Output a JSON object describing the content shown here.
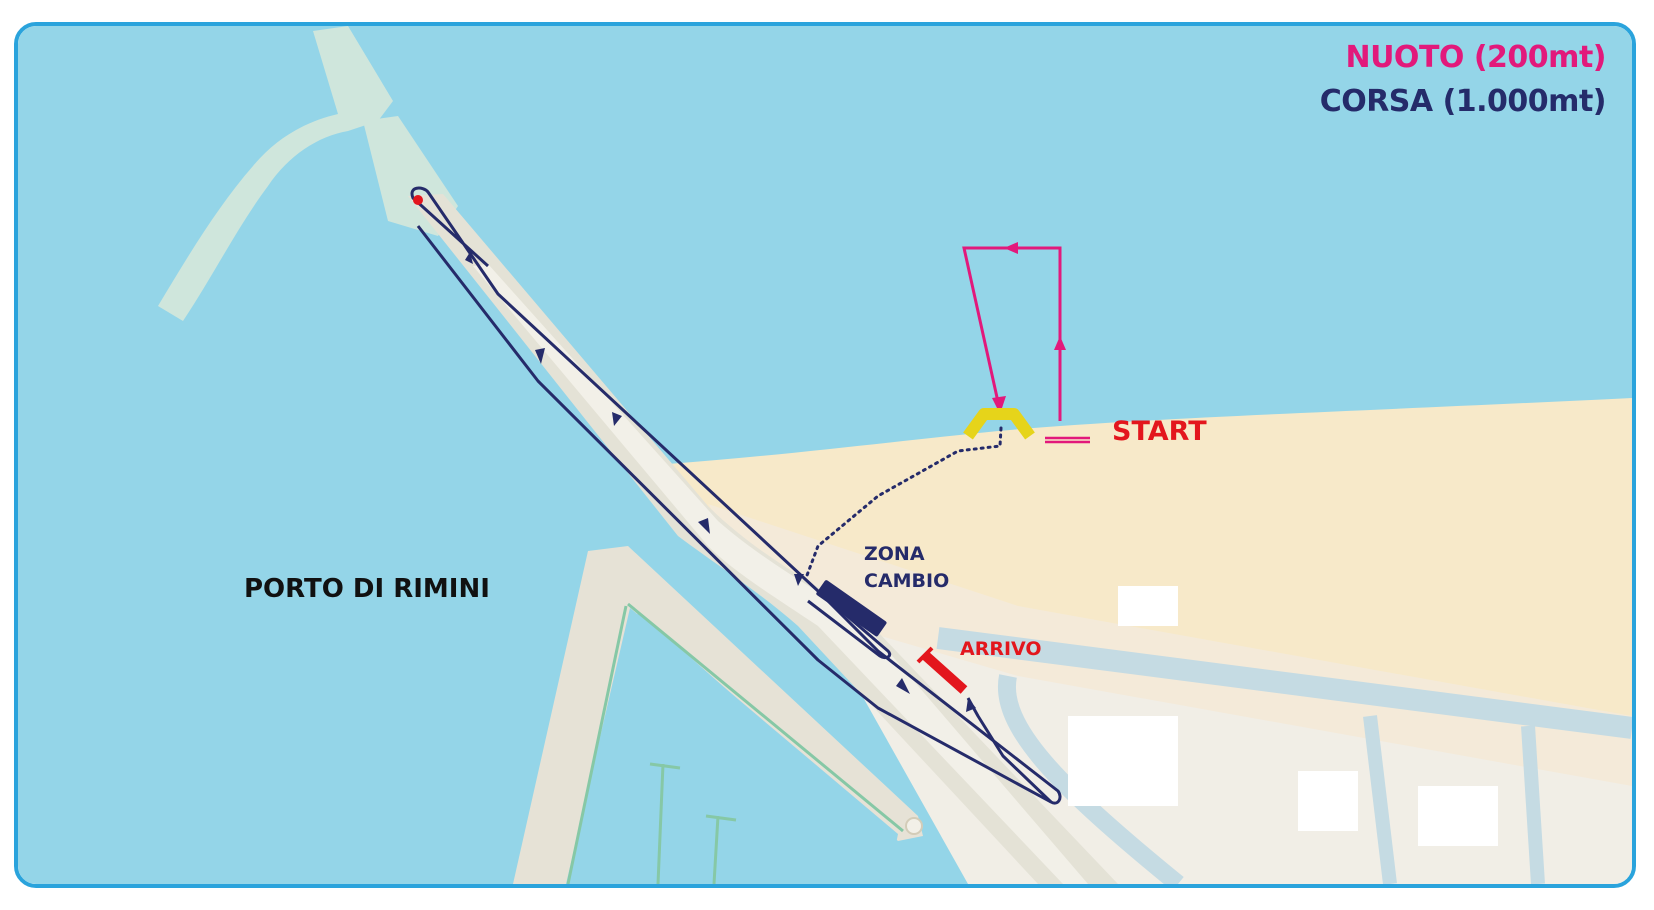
{
  "legend": {
    "swim_label": "NUOTO (200mt)",
    "run_label": "CORSA (1.000mt)"
  },
  "labels": {
    "start": "START",
    "transition_zone_line1": "ZONA",
    "transition_zone_line2": "CAMBIO",
    "finish": "ARRIVO",
    "harbour": "PORTO DI RIMINI"
  },
  "colors": {
    "sea": "#94d5e8",
    "beach": "#f7e9c9",
    "land": "#f1eee6",
    "pier": "#cfe6dc",
    "road": "#c5dbe3",
    "swim_route": "#e2197b",
    "run_route": "#252b6a",
    "accent_red": "#e3161d",
    "swim_exit": "#e6d41a",
    "frame": "#2aa3dc",
    "harbour_text": "#111111"
  }
}
